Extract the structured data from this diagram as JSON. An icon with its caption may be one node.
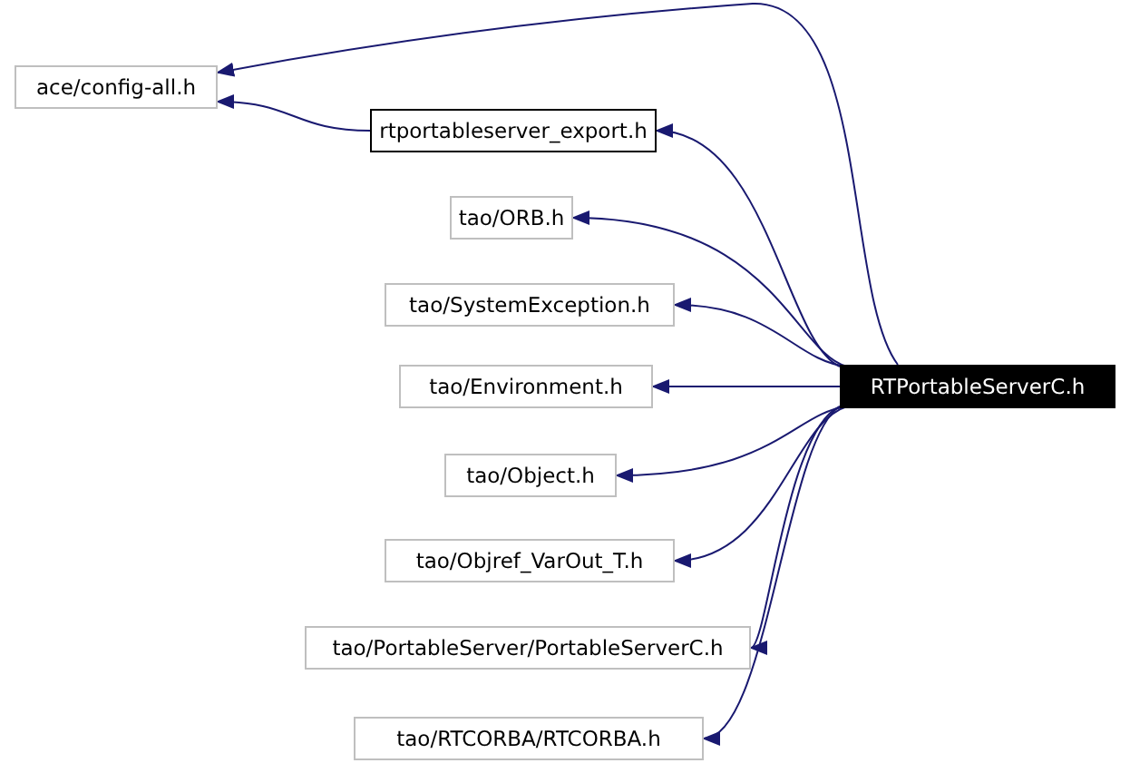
{
  "diagram": {
    "nodes": [
      {
        "text": [
          "ace/config-all.h"
        ]
      },
      {
        "text": [
          "rtportableserver_export.h"
        ]
      },
      {
        "text": [
          "tao/ORB.h"
        ]
      },
      {
        "text": [
          "tao/SystemException.h"
        ]
      },
      {
        "text": [
          "tao/Environment.h"
        ]
      },
      {
        "text": [
          "tao/Object.h"
        ]
      },
      {
        "text": [
          "tao/Objref_VarOut_T.h"
        ]
      },
      {
        "text": [
          "tao/PortableServer/PortableServerC.h"
        ]
      },
      {
        "text": [
          "tao/RTCORBA/RTCORBA.h"
        ]
      },
      {
        "text": [
          "RTPortableServerC.h"
        ]
      }
    ],
    "edges": [
      {
        "from": 9,
        "to": 0,
        "arrow": "to"
      },
      {
        "from": 9,
        "to": 1,
        "arrow": "to"
      },
      {
        "from": 9,
        "to": 2,
        "arrow": "to"
      },
      {
        "from": 9,
        "to": 3,
        "arrow": "to"
      },
      {
        "from": 9,
        "to": 4,
        "arrow": "to"
      },
      {
        "from": 9,
        "to": 5,
        "arrow": "to"
      },
      {
        "from": 9,
        "to": 6,
        "arrow": "to"
      },
      {
        "from": 9,
        "to": 7,
        "arrow": "to"
      },
      {
        "from": 9,
        "to": 8,
        "arrow": "to"
      },
      {
        "from": 1,
        "to": 0,
        "arrow": "to"
      }
    ]
  }
}
